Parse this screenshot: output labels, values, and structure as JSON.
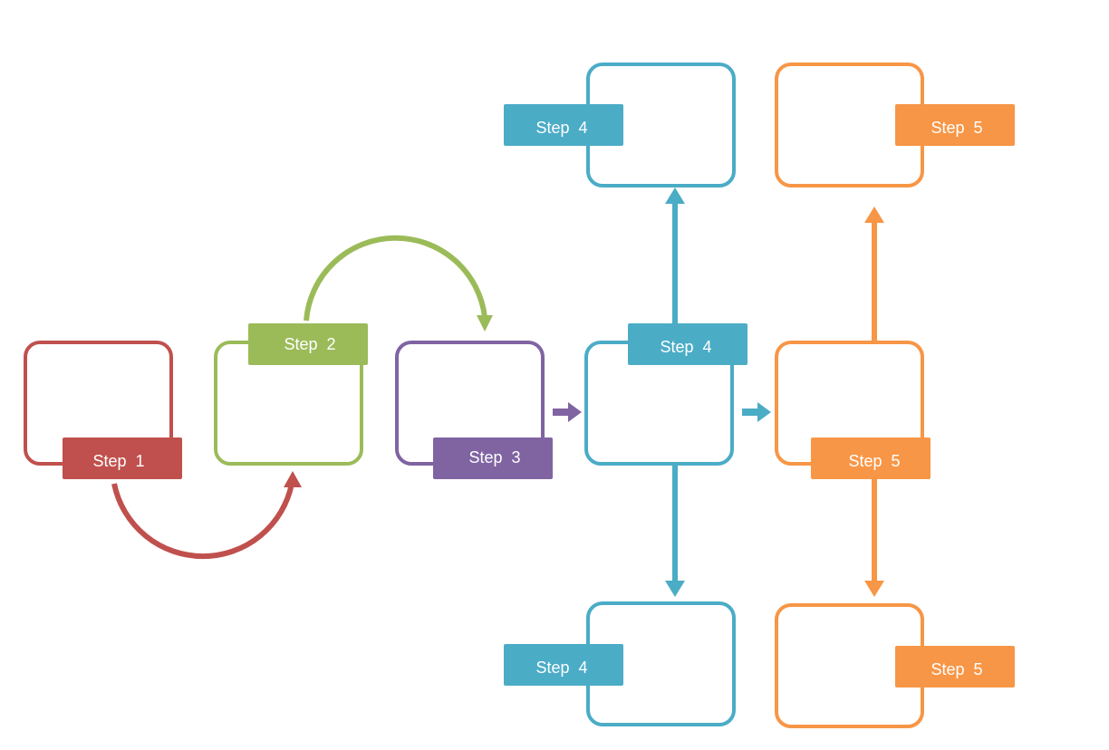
{
  "colors": {
    "red": "#c0504d",
    "green": "#9bbb59",
    "purple": "#8064a2",
    "blue": "#4bacc6",
    "orange": "#f79646"
  },
  "steps": {
    "step1": "Step  1",
    "step2": "Step  2",
    "step3": "Step  3",
    "step4": "Step  4",
    "step5": "Step  5"
  }
}
